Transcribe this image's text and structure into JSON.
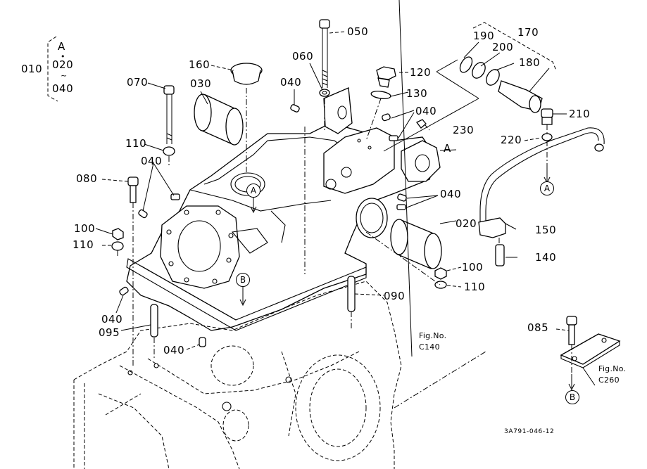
{
  "diagram": {
    "type": "exploded-parts-diagram",
    "figure_code": "3A791-046-12",
    "assembly_group": {
      "part_no": "010",
      "bracket_items": [
        "A",
        "•",
        "020",
        "~",
        "040"
      ]
    },
    "part_labels": [
      {
        "id": "050",
        "text": "050"
      },
      {
        "id": "060",
        "text": "060"
      },
      {
        "id": "040-a",
        "text": "040"
      },
      {
        "id": "160",
        "text": "160"
      },
      {
        "id": "070",
        "text": "070"
      },
      {
        "id": "030",
        "text": "030"
      },
      {
        "id": "120",
        "text": "120"
      },
      {
        "id": "130",
        "text": "130"
      },
      {
        "id": "040-b",
        "text": "040"
      },
      {
        "id": "230",
        "text": "230"
      },
      {
        "id": "170",
        "text": "170"
      },
      {
        "id": "190",
        "text": "190"
      },
      {
        "id": "200",
        "text": "200"
      },
      {
        "id": "180",
        "text": "180"
      },
      {
        "id": "210",
        "text": "210"
      },
      {
        "id": "220",
        "text": "220"
      },
      {
        "id": "110-a",
        "text": "110"
      },
      {
        "id": "040-c",
        "text": "040"
      },
      {
        "id": "080",
        "text": "080"
      },
      {
        "id": "100-a",
        "text": "100"
      },
      {
        "id": "110-b",
        "text": "110"
      },
      {
        "id": "040-d",
        "text": "040"
      },
      {
        "id": "020",
        "text": "020"
      },
      {
        "id": "150",
        "text": "150"
      },
      {
        "id": "140",
        "text": "140"
      },
      {
        "id": "100-b",
        "text": "100"
      },
      {
        "id": "110-c",
        "text": "110"
      },
      {
        "id": "090",
        "text": "090"
      },
      {
        "id": "040-e",
        "text": "040"
      },
      {
        "id": "095",
        "text": "095"
      },
      {
        "id": "040-f",
        "text": "040"
      },
      {
        "id": "085",
        "text": "085"
      }
    ],
    "reference_markers": {
      "A_top": "A",
      "A_body": "A",
      "A_pipe": "A",
      "B_body": "B",
      "B_plate": "B"
    },
    "figure_references": [
      {
        "line1": "Fig.No.",
        "line2": "C140"
      },
      {
        "line1": "Fig.No.",
        "line2": "C260"
      }
    ]
  }
}
